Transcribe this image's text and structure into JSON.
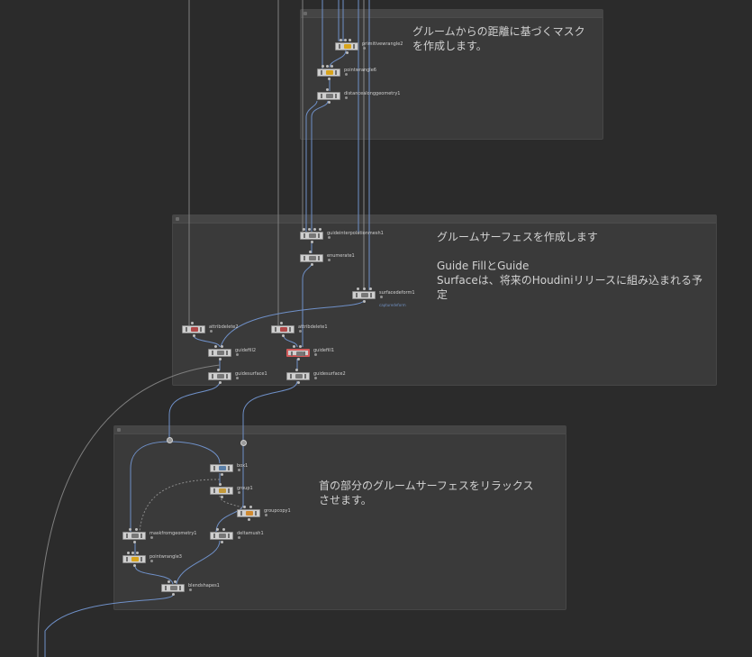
{
  "network": {
    "boxes": [
      {
        "id": "box-distance-mask",
        "note": "グルームからの距離に基づくマスク\nを作成します。"
      },
      {
        "id": "box-groom-surface",
        "note": "グルームサーフェスを作成します\n\nGuide FillとGuide\nSurfaceは、将来のHoudiniリリースに組み込まれる予\n定"
      },
      {
        "id": "box-relax",
        "note": "首の部分のグルームサーフェスをリラックス\nさせます。"
      }
    ],
    "nodes": {
      "primitivewrangle2": {
        "label": "primitivewrangle2",
        "icon": "wrangle-icon"
      },
      "pointwrangle6": {
        "label": "pointwrangle6",
        "icon": "wrangle-icon"
      },
      "distancealonggeometry1": {
        "label": "distancealonggeometry1",
        "icon": "sop-icon"
      },
      "guideinterpolationmesh1": {
        "label": "guideinterpolationmesh1",
        "icon": "sop-icon"
      },
      "enumerate1": {
        "label": "enumerate1",
        "icon": "sop-icon"
      },
      "surfacedeform1": {
        "label": "surfacedeform1",
        "icon": "sop-icon",
        "sub": "capturedeform"
      },
      "attribdelete2": {
        "label": "attribdelete2",
        "icon": "delete-icon"
      },
      "attribdelete1": {
        "label": "attribdelete1",
        "icon": "delete-icon"
      },
      "guidefill2": {
        "label": "guidefill2",
        "icon": "sop-icon"
      },
      "guidefill1": {
        "label": "guidefill1",
        "icon": "sop-icon"
      },
      "guidesurface1": {
        "label": "guidesurface1",
        "icon": "sop-icon"
      },
      "guidesurface2": {
        "label": "guidesurface2",
        "icon": "sop-icon"
      },
      "box1": {
        "label": "box1",
        "icon": "box-icon"
      },
      "group1": {
        "label": "group1",
        "icon": "group-icon"
      },
      "groupcopy1": {
        "label": "groupcopy1",
        "icon": "group-icon"
      },
      "maskfromgeometry1": {
        "label": "maskfromgeometry1",
        "icon": "sop-icon"
      },
      "deltamush1": {
        "label": "deltamush1",
        "icon": "sop-icon"
      },
      "pointwrangle3": {
        "label": "pointwrangle3",
        "icon": "wrangle-icon"
      },
      "blendshapes1": {
        "label": "blendshapes1",
        "icon": "sop-icon"
      }
    },
    "colors": {
      "background": "#2b2b2b",
      "box": "#3a3a3a",
      "wire_blue": "#6f90c8",
      "wire_gray": "#8a8a8a",
      "selected_outline": "#d05a5a",
      "wrangle_accent": "#d8a41c"
    }
  }
}
